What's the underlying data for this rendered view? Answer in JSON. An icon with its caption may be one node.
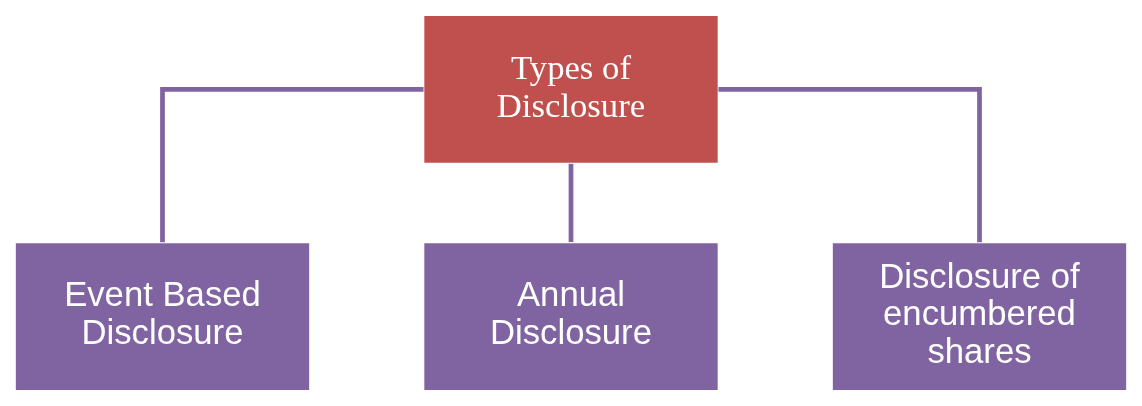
{
  "diagram": {
    "nodes": [
      {
        "text": [
          "Types of Disclosure"
        ]
      },
      {
        "text": [
          "Event Based Disclosure"
        ]
      },
      {
        "text": [
          "Annual Disclosure"
        ]
      },
      {
        "text": [
          "Disclosure of encumbered shares"
        ]
      }
    ],
    "edges": [
      {
        "from": 0,
        "to": 1,
        "arrow": "none"
      },
      {
        "from": 0,
        "to": 2,
        "arrow": "none"
      },
      {
        "from": 0,
        "to": 3,
        "arrow": "none"
      }
    ]
  }
}
